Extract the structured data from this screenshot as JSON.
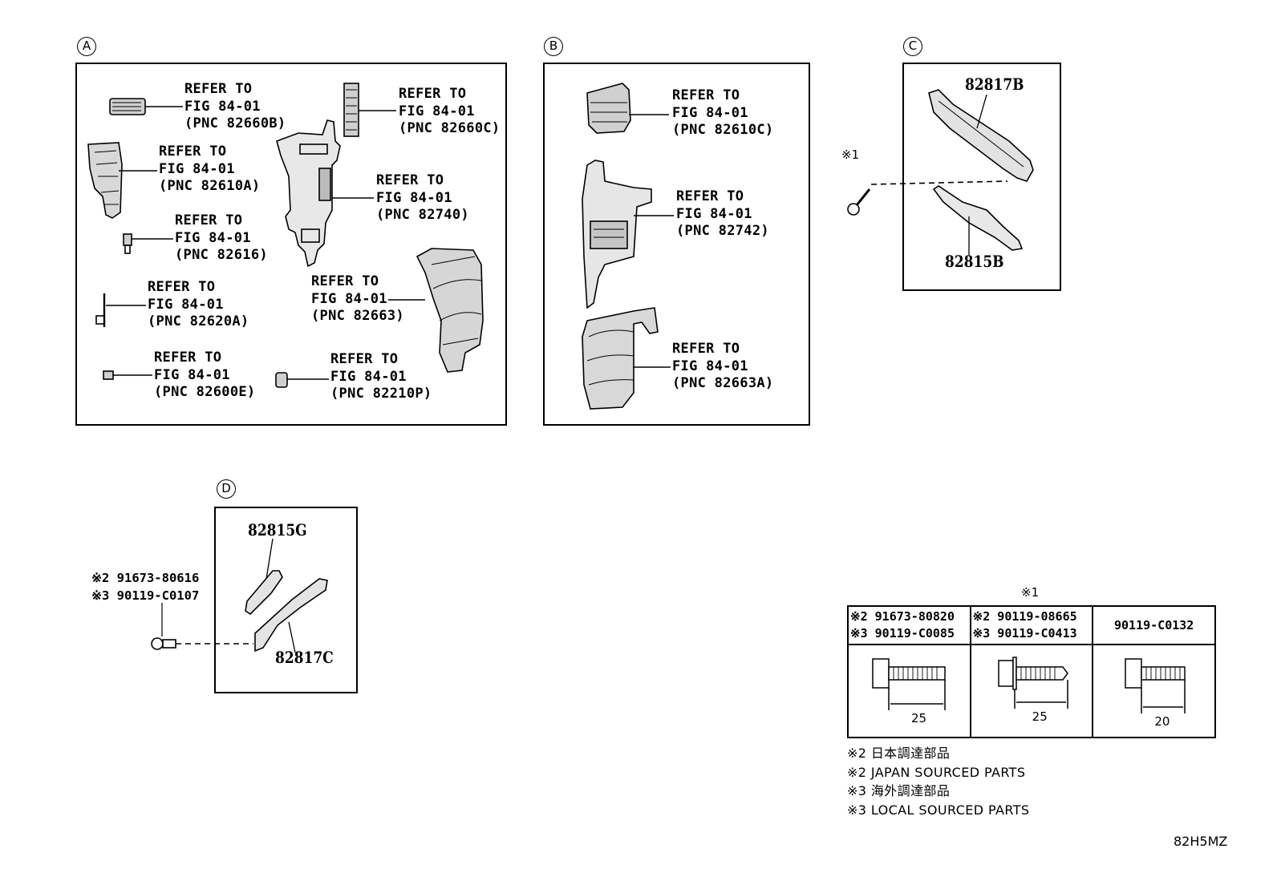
{
  "sections": {
    "a": {
      "label": "A"
    },
    "b": {
      "label": "B"
    },
    "c": {
      "label": "C"
    },
    "d": {
      "label": "D"
    }
  },
  "refs": {
    "a_82660b": [
      "REFER TO",
      "FIG 84-01",
      "(PNC 82660B)"
    ],
    "a_82660c": [
      "REFER TO",
      "FIG 84-01",
      "(PNC 82660C)"
    ],
    "a_82610a": [
      "REFER TO",
      "FIG 84-01",
      "(PNC 82610A)"
    ],
    "a_82740": [
      "REFER TO",
      "FIG 84-01",
      "(PNC 82740)"
    ],
    "a_82616": [
      "REFER TO",
      "FIG 84-01",
      "(PNC 82616)"
    ],
    "a_82663": [
      "REFER TO",
      "FIG 84-01",
      "(PNC 82663)"
    ],
    "a_82620a": [
      "REFER TO",
      "FIG 84-01",
      "(PNC 82620A)"
    ],
    "a_82600e": [
      "REFER TO",
      "FIG 84-01",
      "(PNC 82600E)"
    ],
    "a_82210p": [
      "REFER TO",
      "FIG 84-01",
      "(PNC 82210P)"
    ],
    "b_82610c": [
      "REFER TO",
      "FIG 84-01",
      "(PNC 82610C)"
    ],
    "b_82742": [
      "REFER TO",
      "FIG 84-01",
      "(PNC 82742)"
    ],
    "b_82663a": [
      "REFER TO",
      "FIG 84-01",
      "(PNC 82663A)"
    ]
  },
  "parts": {
    "c_upper": "82817B",
    "c_lower": "82815B",
    "d_upper": "82815G",
    "d_lower": "82817C"
  },
  "bolt_refs": {
    "c_mark": "※1",
    "d_line1": "※2 91673-80616",
    "d_line2": "※3 90119-C0107"
  },
  "bolt_table": {
    "title": "※1",
    "columns": [
      {
        "line1": "※2 91673-80820",
        "line2": "※3 90119-C0085",
        "length": "25"
      },
      {
        "line1": "※2 90119-08665",
        "line2": "※3 90119-C0413",
        "length": "25"
      },
      {
        "line1": "90119-C0132",
        "line2": "",
        "length": "20"
      }
    ]
  },
  "legend": [
    "※2 日本調達部品",
    "※2 JAPAN SOURCED PARTS",
    "※3 海外調達部品",
    "※3 LOCAL SOURCED PARTS"
  ],
  "figure_code": "82H5MZ"
}
